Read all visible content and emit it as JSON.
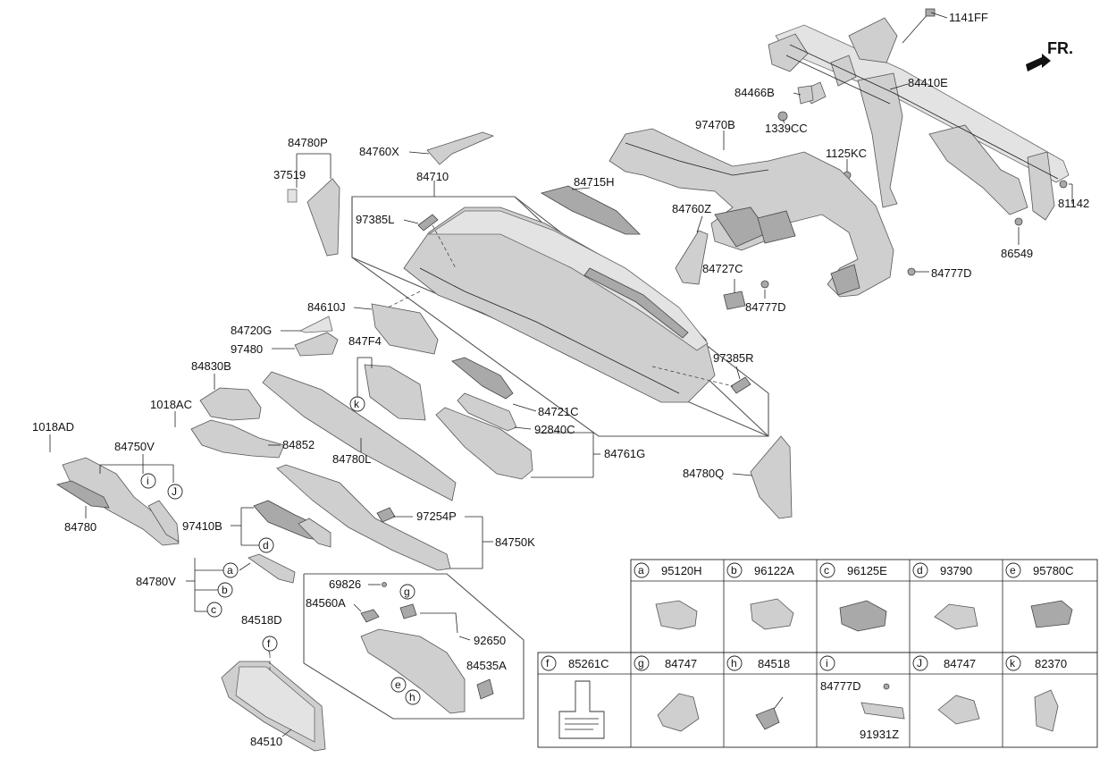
{
  "direction_label": "FR.",
  "callouts": {
    "c1141FF": "1141FF",
    "c84410E": "84410E",
    "c84466B": "84466B",
    "c1339CC": "1339CC",
    "c97470B": "97470B",
    "c1125KC": "1125KC",
    "c81142": "81142",
    "c86549": "86549",
    "c84777D_a": "84777D",
    "c84777D_b": "84777D",
    "c84727C": "84727C",
    "c84760Z": "84760Z",
    "c84715H": "84715H",
    "c84760X": "84760X",
    "c84710": "84710",
    "c84780P": "84780P",
    "c37519": "37519",
    "c97385L": "97385L",
    "c84610J": "84610J",
    "c84720G": "84720G",
    "c97480": "97480",
    "c847F4": "847F4",
    "c84830B": "84830B",
    "c1018AC": "1018AC",
    "c84852": "84852",
    "c84780L": "84780L",
    "c84721C": "84721C",
    "c92840C": "92840C",
    "c84761G": "84761G",
    "c97385R": "97385R",
    "c84780Q": "84780Q",
    "c1018AD": "1018AD",
    "c84750V": "84750V",
    "c84780": "84780",
    "c97410B": "97410B",
    "c97254P": "97254P",
    "c84750K": "84750K",
    "c84780V": "84780V",
    "c69826": "69826",
    "c84560A": "84560A",
    "c84518D": "84518D",
    "c92650": "92650",
    "c84535A": "84535A",
    "c84510": "84510"
  },
  "letters": {
    "a": "a",
    "b": "b",
    "c": "c",
    "d": "d",
    "e": "e",
    "f": "f",
    "g": "g",
    "h": "h",
    "i": "i",
    "J": "J",
    "k": "k"
  },
  "legend": [
    {
      "key": "a",
      "code": "95120H"
    },
    {
      "key": "b",
      "code": "96122A"
    },
    {
      "key": "c",
      "code": "96125E"
    },
    {
      "key": "d",
      "code": "93790"
    },
    {
      "key": "e",
      "code": "95780C"
    },
    {
      "key": "f",
      "code": "85261C"
    },
    {
      "key": "g",
      "code": "84747"
    },
    {
      "key": "h",
      "code": "84518"
    },
    {
      "key": "i",
      "code": "",
      "sub1": "84777D",
      "sub2": "91931Z"
    },
    {
      "key": "J",
      "code": "84747"
    },
    {
      "key": "k",
      "code": "82370"
    }
  ]
}
